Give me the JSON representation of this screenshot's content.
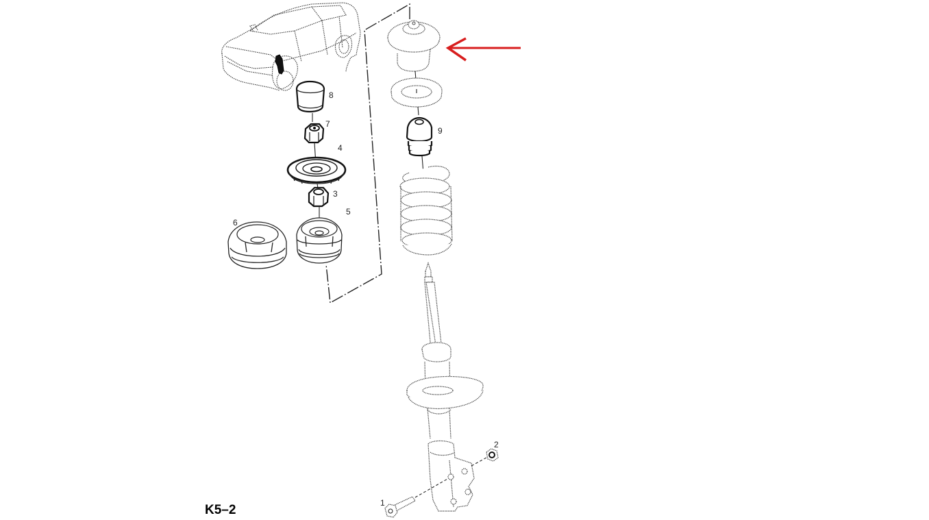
{
  "diagram": {
    "title": "Front suspension strut - exploded parts view",
    "code": "K5–2",
    "arrow_color": "#d81e1e",
    "arrow_target": "Top strut mount bushing (uppermost part of right assembly)",
    "callouts": [
      {
        "id": "1",
        "label": "1",
        "part": "Strut lower bolt"
      },
      {
        "id": "2",
        "label": "2",
        "part": "Strut lower nut"
      },
      {
        "id": "3",
        "label": "3",
        "part": "Piston rod nut"
      },
      {
        "id": "4",
        "label": "4",
        "part": "Strut mount plate"
      },
      {
        "id": "5",
        "label": "5",
        "part": "Strut top mount"
      },
      {
        "id": "6",
        "label": "6",
        "part": "Strut top mount (alternate)"
      },
      {
        "id": "7",
        "label": "7",
        "part": "Self-locking nut"
      },
      {
        "id": "8",
        "label": "8",
        "part": "Protective cap"
      },
      {
        "id": "9",
        "label": "9",
        "part": "Bump stop"
      }
    ],
    "unlabeled_parts": [
      "Top strut bushing (arrow marked)",
      "Spring seat ring",
      "Coil spring",
      "Shock absorber / strut with spring plate and knuckle bracket",
      "Vehicle locator illustration"
    ]
  }
}
